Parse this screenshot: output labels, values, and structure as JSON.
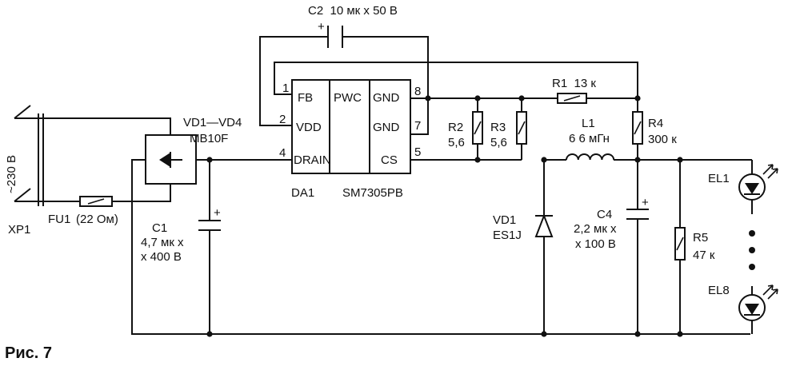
{
  "figure_caption": "Рис. 7",
  "connector": {
    "ref": "XP1",
    "voltage": "~230 В"
  },
  "fuse": {
    "ref": "FU1",
    "value": "(22 Ом)"
  },
  "bridge": {
    "ref": "VD1—VD4",
    "part": "MB10F"
  },
  "ic": {
    "ref": "DA1",
    "part": "SM7305PB",
    "center_label": "PWC",
    "pins": {
      "fb": "FB",
      "vdd": "VDD",
      "drain": "DRAIN",
      "gnd1": "GND",
      "gnd2": "GND",
      "cs": "CS"
    },
    "pin_numbers": {
      "fb": "1",
      "vdd": "2",
      "drain": "4",
      "gnd1": "8",
      "gnd2": "7",
      "cs": "5"
    }
  },
  "C1": {
    "ref": "C1",
    "line1": "4,7 мк х",
    "line2": "х 400 В"
  },
  "C2": {
    "label": "C2  10 мк х 50 В"
  },
  "R1": {
    "label": "R1  13 к"
  },
  "R2": {
    "ref": "R2",
    "value": "5,6"
  },
  "R3": {
    "ref": "R3",
    "value": "5,6"
  },
  "R4": {
    "ref": "R4",
    "value": "300 к"
  },
  "R5": {
    "ref": "R5",
    "value": "47 к"
  },
  "L1": {
    "ref": "L1",
    "value": "6 6 мГн"
  },
  "VD1": {
    "ref": "VD1",
    "part": "ES1J"
  },
  "C4": {
    "ref": "C4",
    "line1": "2,2 мк х",
    "line2": "х 100 В"
  },
  "EL1": {
    "ref": "EL1"
  },
  "EL8": {
    "ref": "EL8"
  },
  "polarity_mark": "+"
}
